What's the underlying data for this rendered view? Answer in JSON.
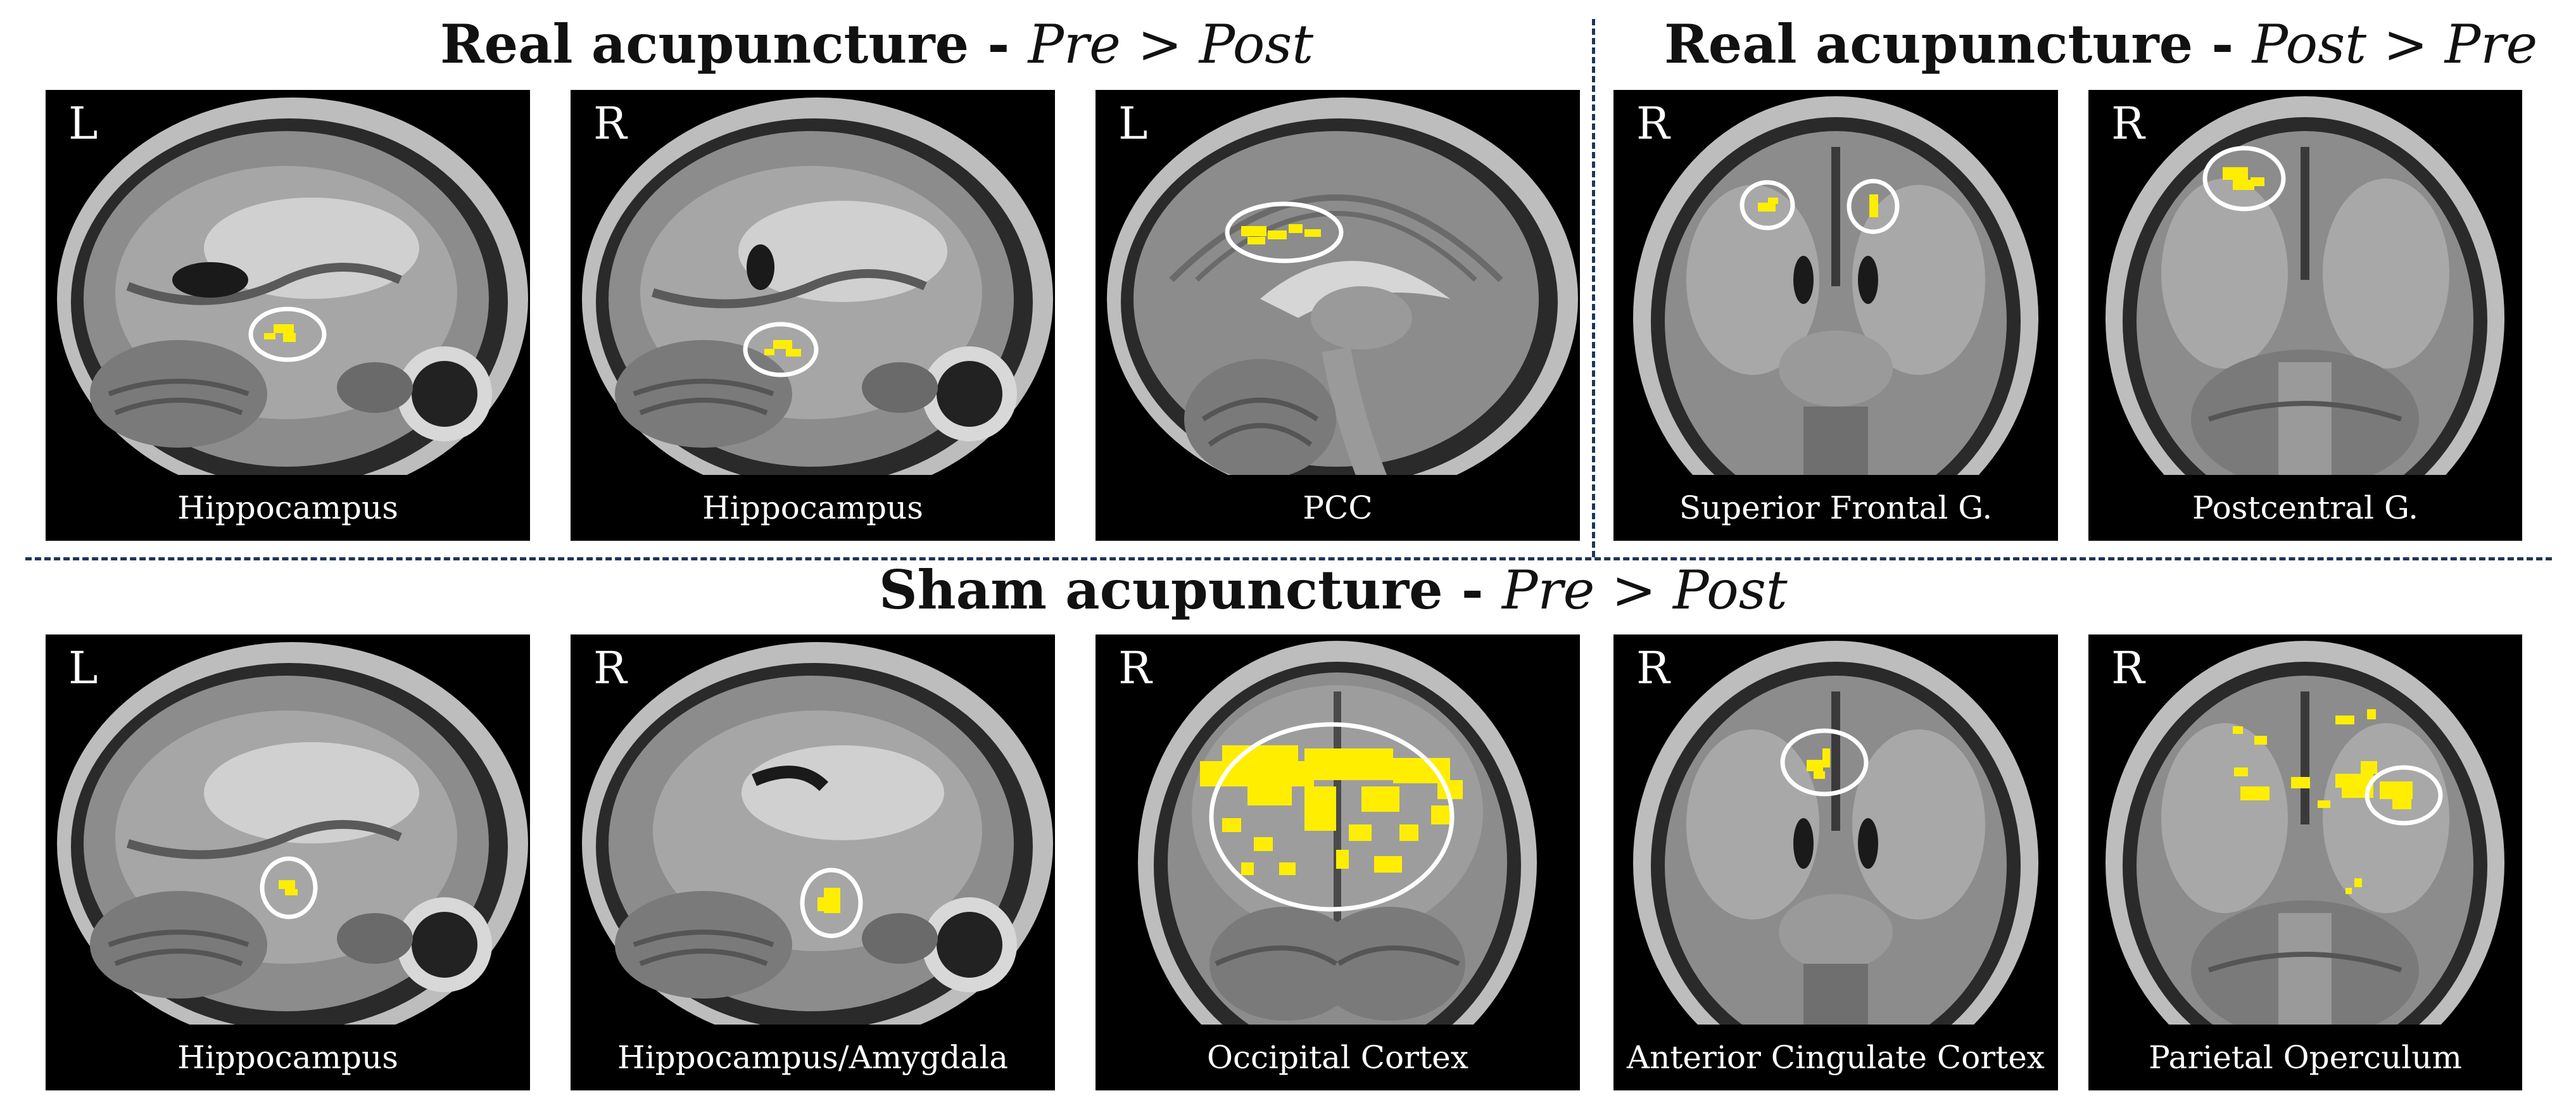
{
  "headings": {
    "real_pre_post": {
      "bold": "Real acupuncture - ",
      "italic": "Pre > Post"
    },
    "real_post_pre": {
      "bold": "Real acupuncture - ",
      "italic": "Post > Pre"
    },
    "sham_pre_post": {
      "bold": "Sham acupuncture - ",
      "italic": "Pre > Post"
    }
  },
  "panels": [
    {
      "side": "L",
      "region": "Hippocampus",
      "view": "sagittal"
    },
    {
      "side": "R",
      "region": "Hippocampus",
      "view": "sagittal"
    },
    {
      "side": "L",
      "region": "PCC",
      "view": "sagittal-medial"
    },
    {
      "side": "R",
      "region": "Superior Frontal G.",
      "view": "coronal"
    },
    {
      "side": "R",
      "region": "Postcentral G.",
      "view": "coronal"
    },
    {
      "side": "L",
      "region": "Hippocampus",
      "view": "sagittal"
    },
    {
      "side": "R",
      "region": "Hippocampus/Amygdala",
      "view": "sagittal"
    },
    {
      "side": "R",
      "region": "Occipital Cortex",
      "view": "coronal-posterior"
    },
    {
      "side": "R",
      "region": "Anterior Cingulate Cortex",
      "view": "coronal"
    },
    {
      "side": "R",
      "region": "Parietal Operculum",
      "view": "coronal"
    }
  ],
  "colors": {
    "activation": "#ffee00",
    "highlight_circle": "#ffffff",
    "divider": "#1d3557",
    "panel_background": "#000000"
  }
}
